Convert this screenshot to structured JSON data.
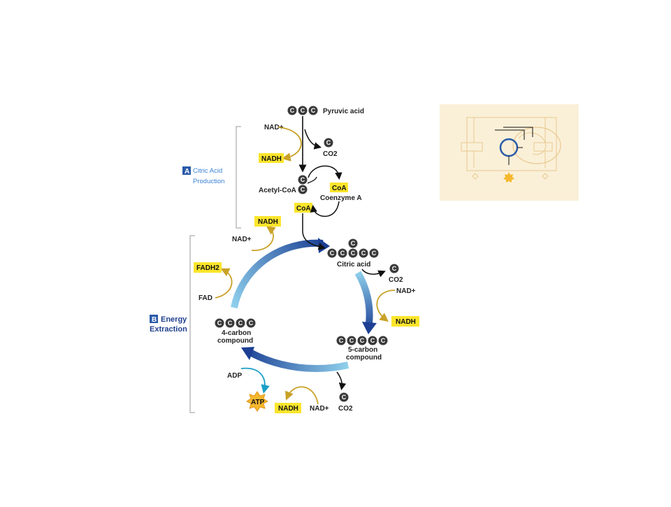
{
  "diagram": {
    "carbon_letter": "C",
    "pyruvic_acid": "Pyruvic acid",
    "nad_plus": "NAD+",
    "nadh": "NADH",
    "co2": "CO2",
    "acetyl_coa": "Acetyl-CoA",
    "coa": "CoA",
    "coenzyme_a": "Coenzyme A",
    "citric_acid": "Citric acid",
    "five_carbon_line1": "5-carbon",
    "five_carbon_line2": "compound",
    "four_carbon_line1": "4-carbon",
    "four_carbon_line2": "compound",
    "fadh2": "FADH2",
    "fad": "FAD",
    "adp": "ADP",
    "atp": "ATP"
  },
  "sections": {
    "a_badge": "A",
    "a_title_line1": "Citric Acid",
    "a_title_line2": "Production",
    "b_badge": "B",
    "b_title_line1": "Energy",
    "b_title_line2": "Extraction"
  },
  "colors": {
    "highlight": "#fbe52c",
    "arrow_gold": "#c9a227",
    "cycle_dark": "#1c3f94",
    "cycle_light": "#8fd0ec",
    "carbon_ball": "#3a3a3a",
    "badge_blue": "#2a5aa8",
    "atp_burst": "#f5b82e",
    "thumb_bg": "#faf0d8"
  },
  "icons": [
    "mitochondrion-thumbnail-icon",
    "atp-burst-icon"
  ]
}
